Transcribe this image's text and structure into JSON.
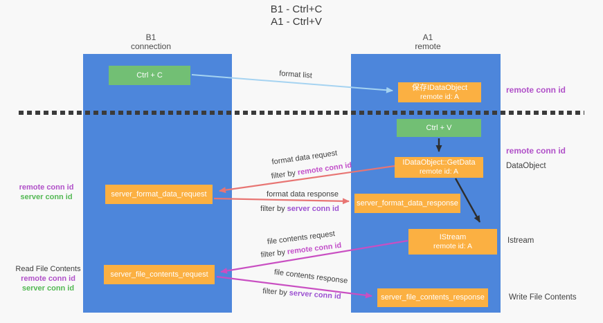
{
  "title": {
    "line1": "B1 - Ctrl+C",
    "line2": "A1 - Ctrl+V"
  },
  "lifelines": {
    "b1": {
      "name": "B1",
      "role": "connection"
    },
    "a1": {
      "name": "A1",
      "role": "remote"
    }
  },
  "nodes": {
    "ctrl_c": {
      "label": "Ctrl + C"
    },
    "ctrl_v": {
      "label": "Ctrl + V"
    },
    "save_dataobject": {
      "line1": "保存IDataObject",
      "line2": "remote id: A"
    },
    "getdata": {
      "line1": "IDataObject::GetData",
      "line2": "remote id: A"
    },
    "istream": {
      "line1": "IStream",
      "line2": "remote id: A"
    },
    "format_request": {
      "label": "server_format_data_request"
    },
    "format_response": {
      "label": "server_format_data_response"
    },
    "file_request": {
      "label": "server_file_contents_request"
    },
    "file_response": {
      "label": "server_file_contents_response"
    }
  },
  "flow_labels": {
    "format_list": "format list",
    "format_data_request": "format data request",
    "format_data_response": "format data response",
    "file_contents_request": "file contents request",
    "file_contents_response": "file contents response",
    "filter_by": "filter by",
    "remote_conn_id": "remote conn id",
    "server_conn_id": "server conn id"
  },
  "side_labels": {
    "left_mid": {
      "remote": "remote conn id",
      "server": "server conn id"
    },
    "left_bottom": {
      "title": "Read File Contents",
      "remote": "remote conn id",
      "server": "server conn id"
    },
    "right": {
      "remote_top": "remote conn id",
      "remote_mid": "remote conn id",
      "dataobject": "DataObject",
      "istream": "Istream",
      "write_file_contents": "Write File Contents"
    }
  },
  "colors": {
    "lifeline_blue": "#4d86db",
    "node_orange": "#fbb042",
    "node_green": "#72bf74",
    "arrow_salmon": "#e87573",
    "arrow_magenta": "#c94fc2",
    "arrow_blue": "#a5d3f1",
    "arrow_black": "#2e2e2e",
    "label_purple": "#b050c8",
    "label_green": "#53b853"
  }
}
